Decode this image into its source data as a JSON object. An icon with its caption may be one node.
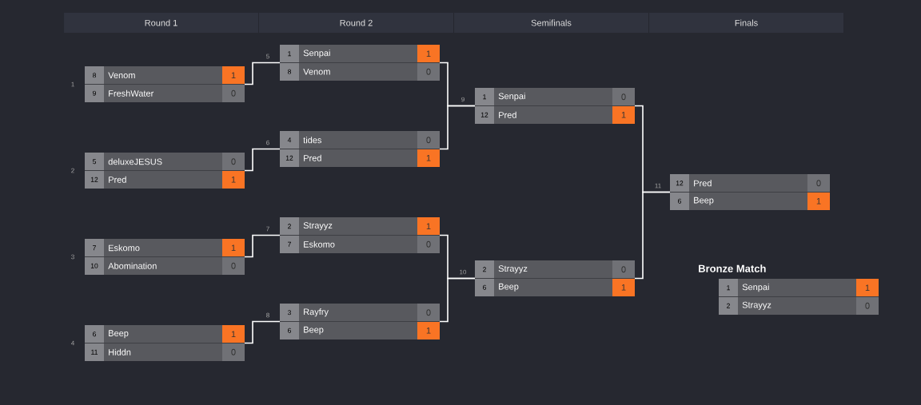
{
  "diagram": {
    "nodes": [
      {
        "text": [
          "Round 1"
        ]
      },
      {
        "text": [
          "Round 2"
        ]
      },
      {
        "text": [
          "Semifinals"
        ]
      },
      {
        "text": [
          "Finals"
        ]
      },
      {
        "text": [
          "8",
          "Venom",
          "1",
          "9",
          "FreshWater",
          "0"
        ],
        "beside": [
          "1"
        ]
      },
      {
        "text": [
          "5",
          "deluxeJESUS",
          "0",
          "12",
          "Pred",
          "1"
        ],
        "beside": [
          "2"
        ]
      },
      {
        "text": [
          "7",
          "Eskomo",
          "1",
          "10",
          "Abomination",
          "0"
        ],
        "beside": [
          "3"
        ]
      },
      {
        "text": [
          "6",
          "Beep",
          "1",
          "11",
          "Hiddn",
          "0"
        ],
        "beside": [
          "4"
        ]
      },
      {
        "text": [
          "1",
          "Senpai",
          "1",
          "8",
          "Venom",
          "0"
        ],
        "beside": [
          "5"
        ]
      },
      {
        "text": [
          "4",
          "tides",
          "0",
          "12",
          "Pred",
          "1"
        ],
        "beside": [
          "6"
        ]
      },
      {
        "text": [
          "2",
          "Strayyz",
          "1",
          "7",
          "Eskomo",
          "0"
        ],
        "beside": [
          "7"
        ]
      },
      {
        "text": [
          "3",
          "Rayfry",
          "0",
          "6",
          "Beep",
          "1"
        ],
        "beside": [
          "8"
        ]
      },
      {
        "text": [
          "1",
          "Senpai",
          "0",
          "12",
          "Pred",
          "1"
        ],
        "beside": [
          "9"
        ]
      },
      {
        "text": [
          "2",
          "Strayyz",
          "0",
          "6",
          "Beep",
          "1"
        ],
        "beside": [
          "10"
        ]
      },
      {
        "text": [
          "12",
          "Pred",
          "0",
          "6",
          "Beep",
          "1"
        ],
        "beside": [
          "11"
        ]
      },
      {
        "text": [
          "Bronze Match",
          "1",
          "Senpai",
          "1",
          "2",
          "Strayyz",
          "0"
        ]
      }
    ],
    "edges": [
      {
        "from": 4,
        "to": 8,
        "arrow": "none"
      },
      {
        "from": 5,
        "to": 9,
        "arrow": "none"
      },
      {
        "from": 6,
        "to": 10,
        "arrow": "none"
      },
      {
        "from": 7,
        "to": 11,
        "arrow": "none"
      },
      {
        "from": 8,
        "to": 12,
        "arrow": "none"
      },
      {
        "from": 9,
        "to": 12,
        "arrow": "none"
      },
      {
        "from": 10,
        "to": 13,
        "arrow": "none"
      },
      {
        "from": 11,
        "to": 13,
        "arrow": "none"
      },
      {
        "from": 12,
        "to": 14,
        "arrow": "none"
      },
      {
        "from": 13,
        "to": 14,
        "arrow": "none"
      }
    ]
  }
}
